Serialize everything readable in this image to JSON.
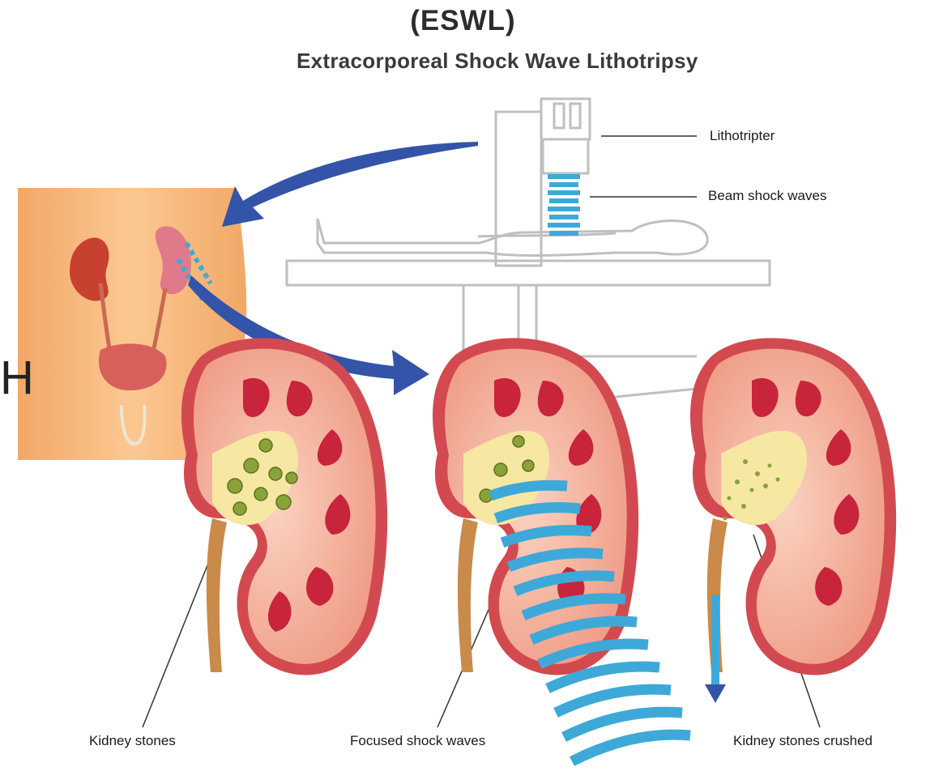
{
  "title": {
    "abbreviation": "(ESWL)",
    "full": "Extracorporeal Shock Wave Lithotripsy"
  },
  "labels": {
    "lithotripter": "Lithotripter",
    "beam": "Beam shock waves",
    "kidney_stones": "Kidney stones",
    "focused_waves": "Focused shock waves",
    "stones_crushed": "Kidney stones crushed"
  },
  "edge_glyph": "H",
  "colors": {
    "skin": "#f7b87a",
    "kidney_outer": "#d24a4f",
    "kidney_flesh": "#f4b19a",
    "pyramid": "#c8243c",
    "pelvis": "#f6e7a2",
    "stone": "#8aa23a",
    "wave": "#3ea9d8",
    "arrow": "#3354a8",
    "machine_line": "#bfbfbf"
  }
}
